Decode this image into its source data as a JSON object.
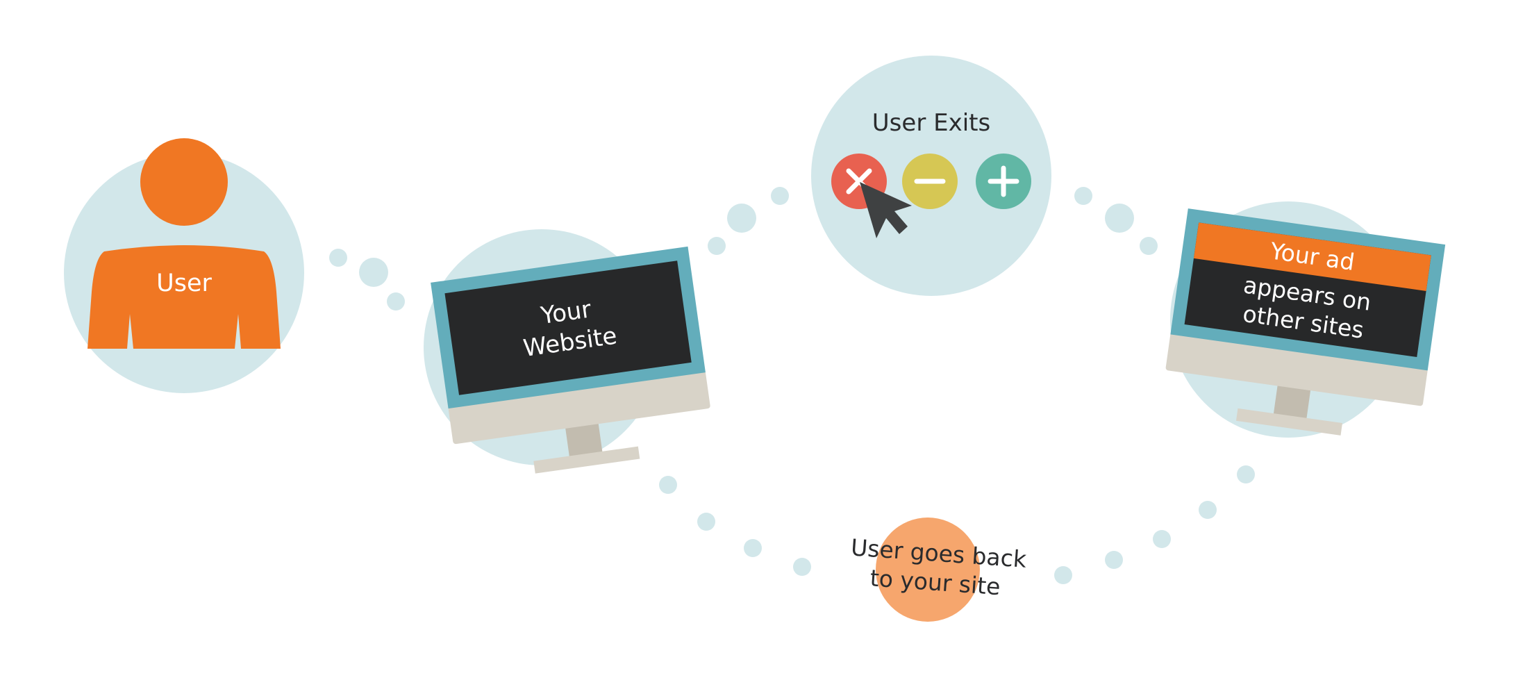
{
  "user": {
    "label": "User"
  },
  "website": {
    "line1": "Your",
    "line2": "Website"
  },
  "exit": {
    "title": "User Exits",
    "buttons": {
      "close": "close",
      "minimize": "minimize",
      "maximize": "maximize"
    }
  },
  "ad": {
    "header": "Your ad",
    "line1": "appears on",
    "line2": "other sites"
  },
  "return": {
    "line1": "User goes back",
    "line2": "to your site"
  },
  "colors": {
    "pale_blue": "#d2e7ea",
    "orange": "#f07723",
    "light_orange": "#f6a66d",
    "teal_frame": "#63adbb",
    "screen": "#272829",
    "stand": "#d8d3c8",
    "neck": "#c2bcaf",
    "red": "#e86150",
    "yellow": "#d6c754",
    "green": "#61b7a5",
    "dark_text": "#2a2b2d",
    "cursor": "#3f4142"
  }
}
